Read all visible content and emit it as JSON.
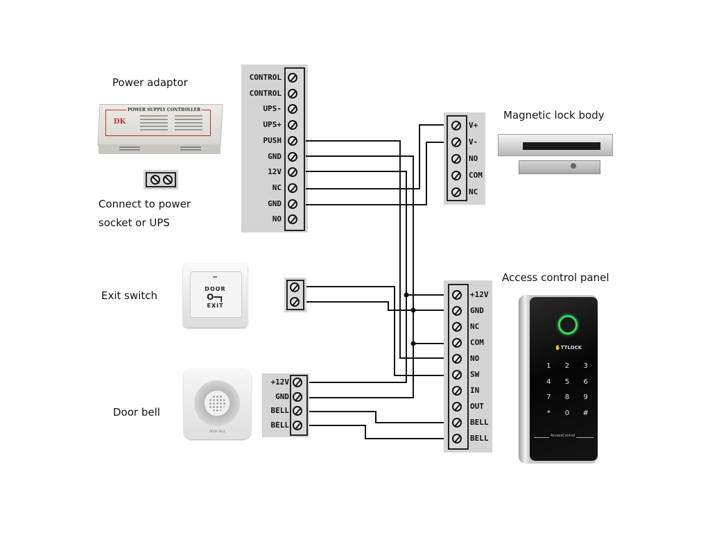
{
  "labels": {
    "power_adaptor": "Power adaptor",
    "connect_power_line1": "Connect to power",
    "connect_power_line2": "socket or UPS",
    "magnetic_lock": "Magnetic lock body",
    "exit_switch": "Exit switch",
    "door_bell": "Door bell",
    "access_panel": "Access control panel"
  },
  "power_supply_box": {
    "title": "POWER SUPPLY CONTROLLER",
    "brand": "DK"
  },
  "exit_button": {
    "top": "DOOR",
    "bottom": "EXIT"
  },
  "bell_device": {
    "brand": "DOOR BELL"
  },
  "keypad": {
    "brand": "TTLOCK",
    "keys": [
      "1",
      "2",
      "3",
      "4",
      "5",
      "6",
      "7",
      "8",
      "9",
      "*",
      "0",
      "#"
    ],
    "footer": "AccessControl"
  },
  "terminals": {
    "power_supply": [
      "CONTROL",
      "CONTROL",
      "UPS-",
      "UPS+",
      "PUSH",
      "GND",
      "12V",
      "NC",
      "GND",
      "NO"
    ],
    "magnetic_lock": [
      "V+",
      "V-",
      "NO",
      "COM",
      "NC"
    ],
    "door_bell": [
      "+12V",
      "GND",
      "BELL",
      "BELL"
    ],
    "access_panel": [
      "+12V",
      "GND",
      "NC",
      "COM",
      "NO",
      "SW",
      "IN",
      "OUT",
      "BELL",
      "BELL"
    ]
  },
  "connections": [
    {
      "from": "power_supply.PUSH",
      "to": "access_panel.NO"
    },
    {
      "from": "power_supply.GND",
      "to": "access_panel.GND"
    },
    {
      "from": "power_supply.GND",
      "to": "access_panel.COM"
    },
    {
      "from": "power_supply.12V",
      "to": "access_panel.+12V"
    },
    {
      "from": "power_supply.NC",
      "to": "magnetic_lock.V+"
    },
    {
      "from": "power_supply.GND",
      "to": "magnetic_lock.V-"
    },
    {
      "from": "exit_switch.1",
      "to": "access_panel.SW"
    },
    {
      "from": "exit_switch.2",
      "to": "access_panel.GND"
    },
    {
      "from": "door_bell.+12V",
      "to": "access_panel.+12V"
    },
    {
      "from": "door_bell.GND",
      "to": "access_panel.GND"
    },
    {
      "from": "door_bell.BELL",
      "to": "access_panel.BELL"
    },
    {
      "from": "door_bell.BELL",
      "to": "access_panel.BELL"
    }
  ]
}
